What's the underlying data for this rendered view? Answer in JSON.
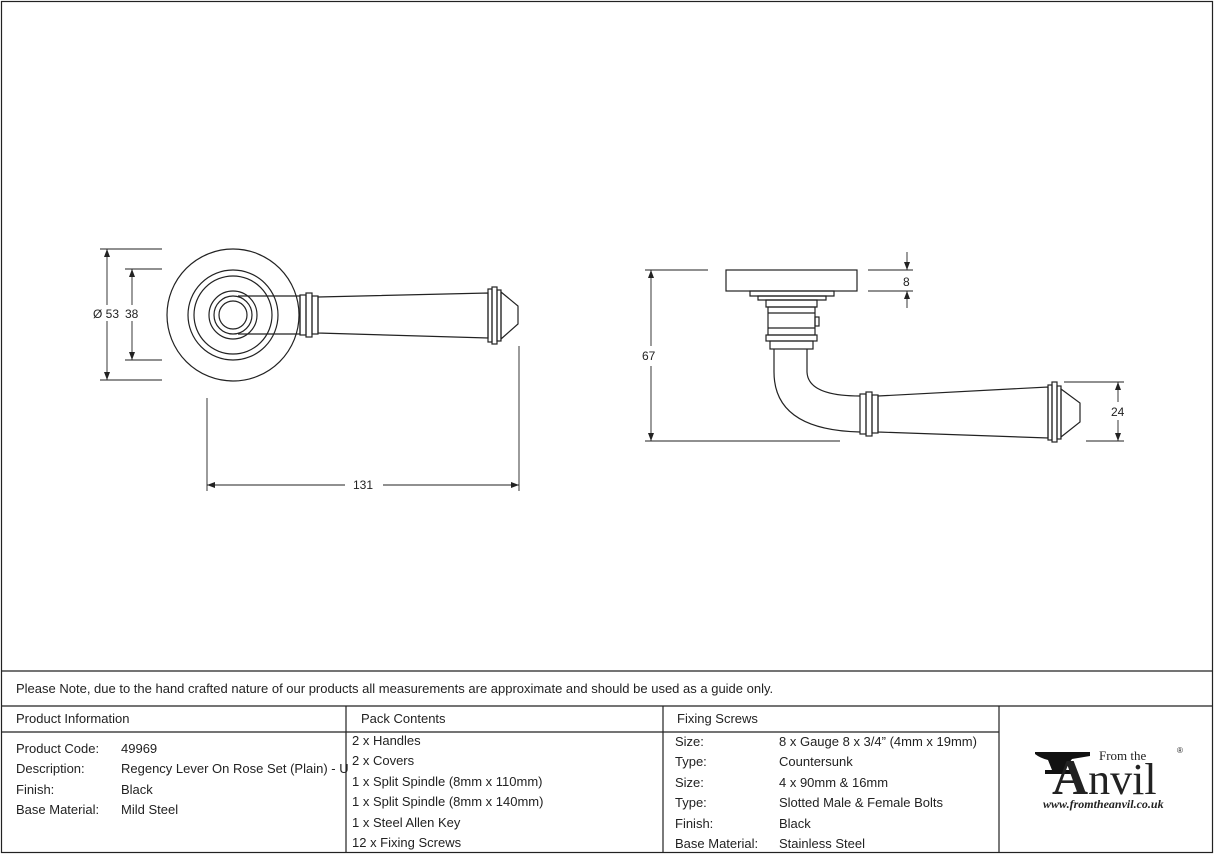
{
  "dimensions": {
    "rose_diameter": "Ø 53",
    "rose_inner": "38",
    "lever_length": "131",
    "projection": "67",
    "rose_thickness": "8",
    "lever_end": "24"
  },
  "note": "Please Note, due to the hand crafted nature of our products all measurements are approximate and should be used as a guide only.",
  "product_information": {
    "heading": "Product Information",
    "rows": [
      {
        "label": "Product Code:",
        "value": "49969"
      },
      {
        "label": "Description:",
        "value": "Regency Lever On Rose Set (Plain) - U"
      },
      {
        "label": "Finish:",
        "value": "Black"
      },
      {
        "label": "Base Material:",
        "value": "Mild Steel"
      }
    ]
  },
  "pack_contents": {
    "heading": "Pack Contents",
    "items": [
      "2 x Handles",
      "2 x Covers",
      "1 x Split Spindle (8mm x 110mm)",
      "1 x Split Spindle (8mm x 140mm)",
      "1 x Steel Allen Key",
      "12 x Fixing Screws"
    ]
  },
  "fixing_screws": {
    "heading": "Fixing Screws",
    "rows": [
      {
        "label": "Size:",
        "value": "8 x Gauge 8 x 3/4” (4mm x 19mm)"
      },
      {
        "label": "Type:",
        "value": "Countersunk"
      },
      {
        "label": "Size:",
        "value": "4 x 90mm & 16mm"
      },
      {
        "label": "Type:",
        "value": "Slotted Male & Female Bolts"
      },
      {
        "label": "Finish:",
        "value": "Black"
      },
      {
        "label": "Base Material:",
        "value": "Stainless Steel"
      }
    ]
  },
  "logo": {
    "from_the": "From the",
    "a": "A",
    "nvil": "nvil",
    "url": "www.fromtheanvil.co.uk",
    "registered": "®"
  }
}
